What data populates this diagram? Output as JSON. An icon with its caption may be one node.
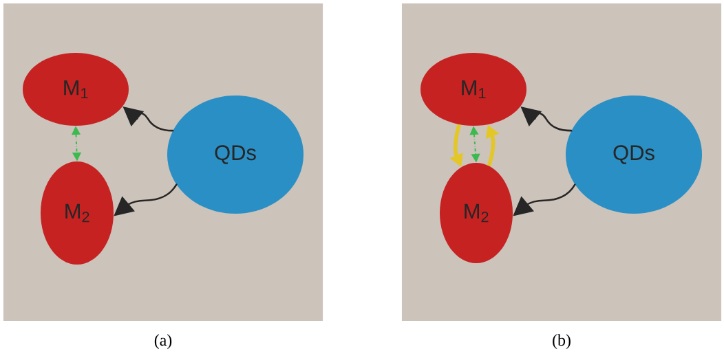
{
  "diagram": {
    "nodes": [
      {
        "text": [],
        "shape": "box",
        "beside": [
          "(a)"
        ]
      },
      {
        "text": [
          "M$_{1}$"
        ],
        "in": 0
      },
      {
        "text": [
          "M$_{2}$"
        ],
        "in": 0
      },
      {
        "text": [
          "QDs"
        ],
        "in": 0
      },
      {
        "text": [],
        "shape": "box",
        "beside": [
          "(b)"
        ]
      },
      {
        "text": [
          "M$_{1}$"
        ],
        "in": 4
      },
      {
        "text": [
          "M$_{2}$"
        ],
        "in": 4
      },
      {
        "text": [
          "QDs"
        ],
        "in": 4
      }
    ],
    "edges": [
      {
        "from": 3,
        "to": 1,
        "arrow": "to"
      },
      {
        "from": 3,
        "to": 2,
        "arrow": "to"
      },
      {
        "from": 1,
        "to": 2,
        "arrow": "both",
        "style": "dashed",
        "color": "#3cba4f"
      },
      {
        "from": 7,
        "to": 5,
        "arrow": "to"
      },
      {
        "from": 7,
        "to": 6,
        "arrow": "to"
      },
      {
        "from": 5,
        "to": 6,
        "arrow": "both",
        "style": "dashed",
        "color": "#3cba4f"
      },
      {
        "from": 5,
        "to": 6,
        "arrow": "to",
        "style": "thick",
        "color": "#e3c727"
      },
      {
        "from": 6,
        "to": 5,
        "arrow": "to",
        "style": "thick",
        "color": "#e3c727"
      }
    ]
  }
}
